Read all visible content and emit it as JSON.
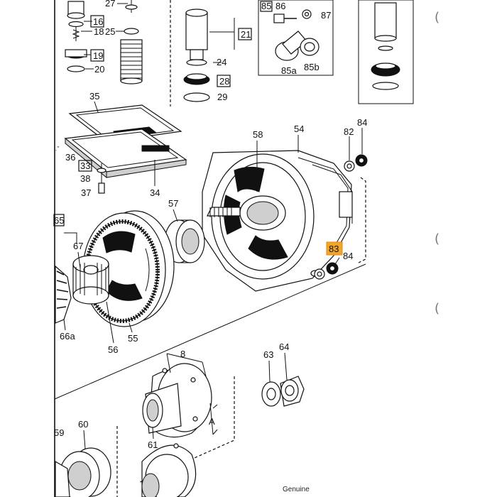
{
  "diagram": {
    "callouts": {
      "c16": "16",
      "c18": "18",
      "c19": "19",
      "c20": "20",
      "c21": "21",
      "c24": "24",
      "c25": "25",
      "c27": "27",
      "c28": "28",
      "c29": "29",
      "c85": "85",
      "c86": "86",
      "c87": "87",
      "c85a": "85a",
      "c85b": "85b",
      "c35": "35",
      "c36": "36",
      "c33": "33",
      "c38": "38",
      "c37": "37",
      "c34": "34",
      "c58": "58",
      "c54": "54",
      "c82": "82",
      "c84_top": "84",
      "c57": "57",
      "c65": "65",
      "c67": "67",
      "c83": "83",
      "c84_mid": "84",
      "c66a": "66a",
      "c56": "56",
      "c55": "55",
      "c63": "63",
      "c64": "64",
      "c8": "8",
      "cA": "A",
      "c59": "59",
      "c60": "60",
      "c61": "61"
    },
    "boxed_callouts": [
      "16",
      "19",
      "21",
      "28",
      "85",
      "33",
      "65"
    ],
    "highlighted_callout": "83",
    "highlight_color": "#f3a52a",
    "footer_text": "Genuine",
    "edge_glyph": "("
  }
}
